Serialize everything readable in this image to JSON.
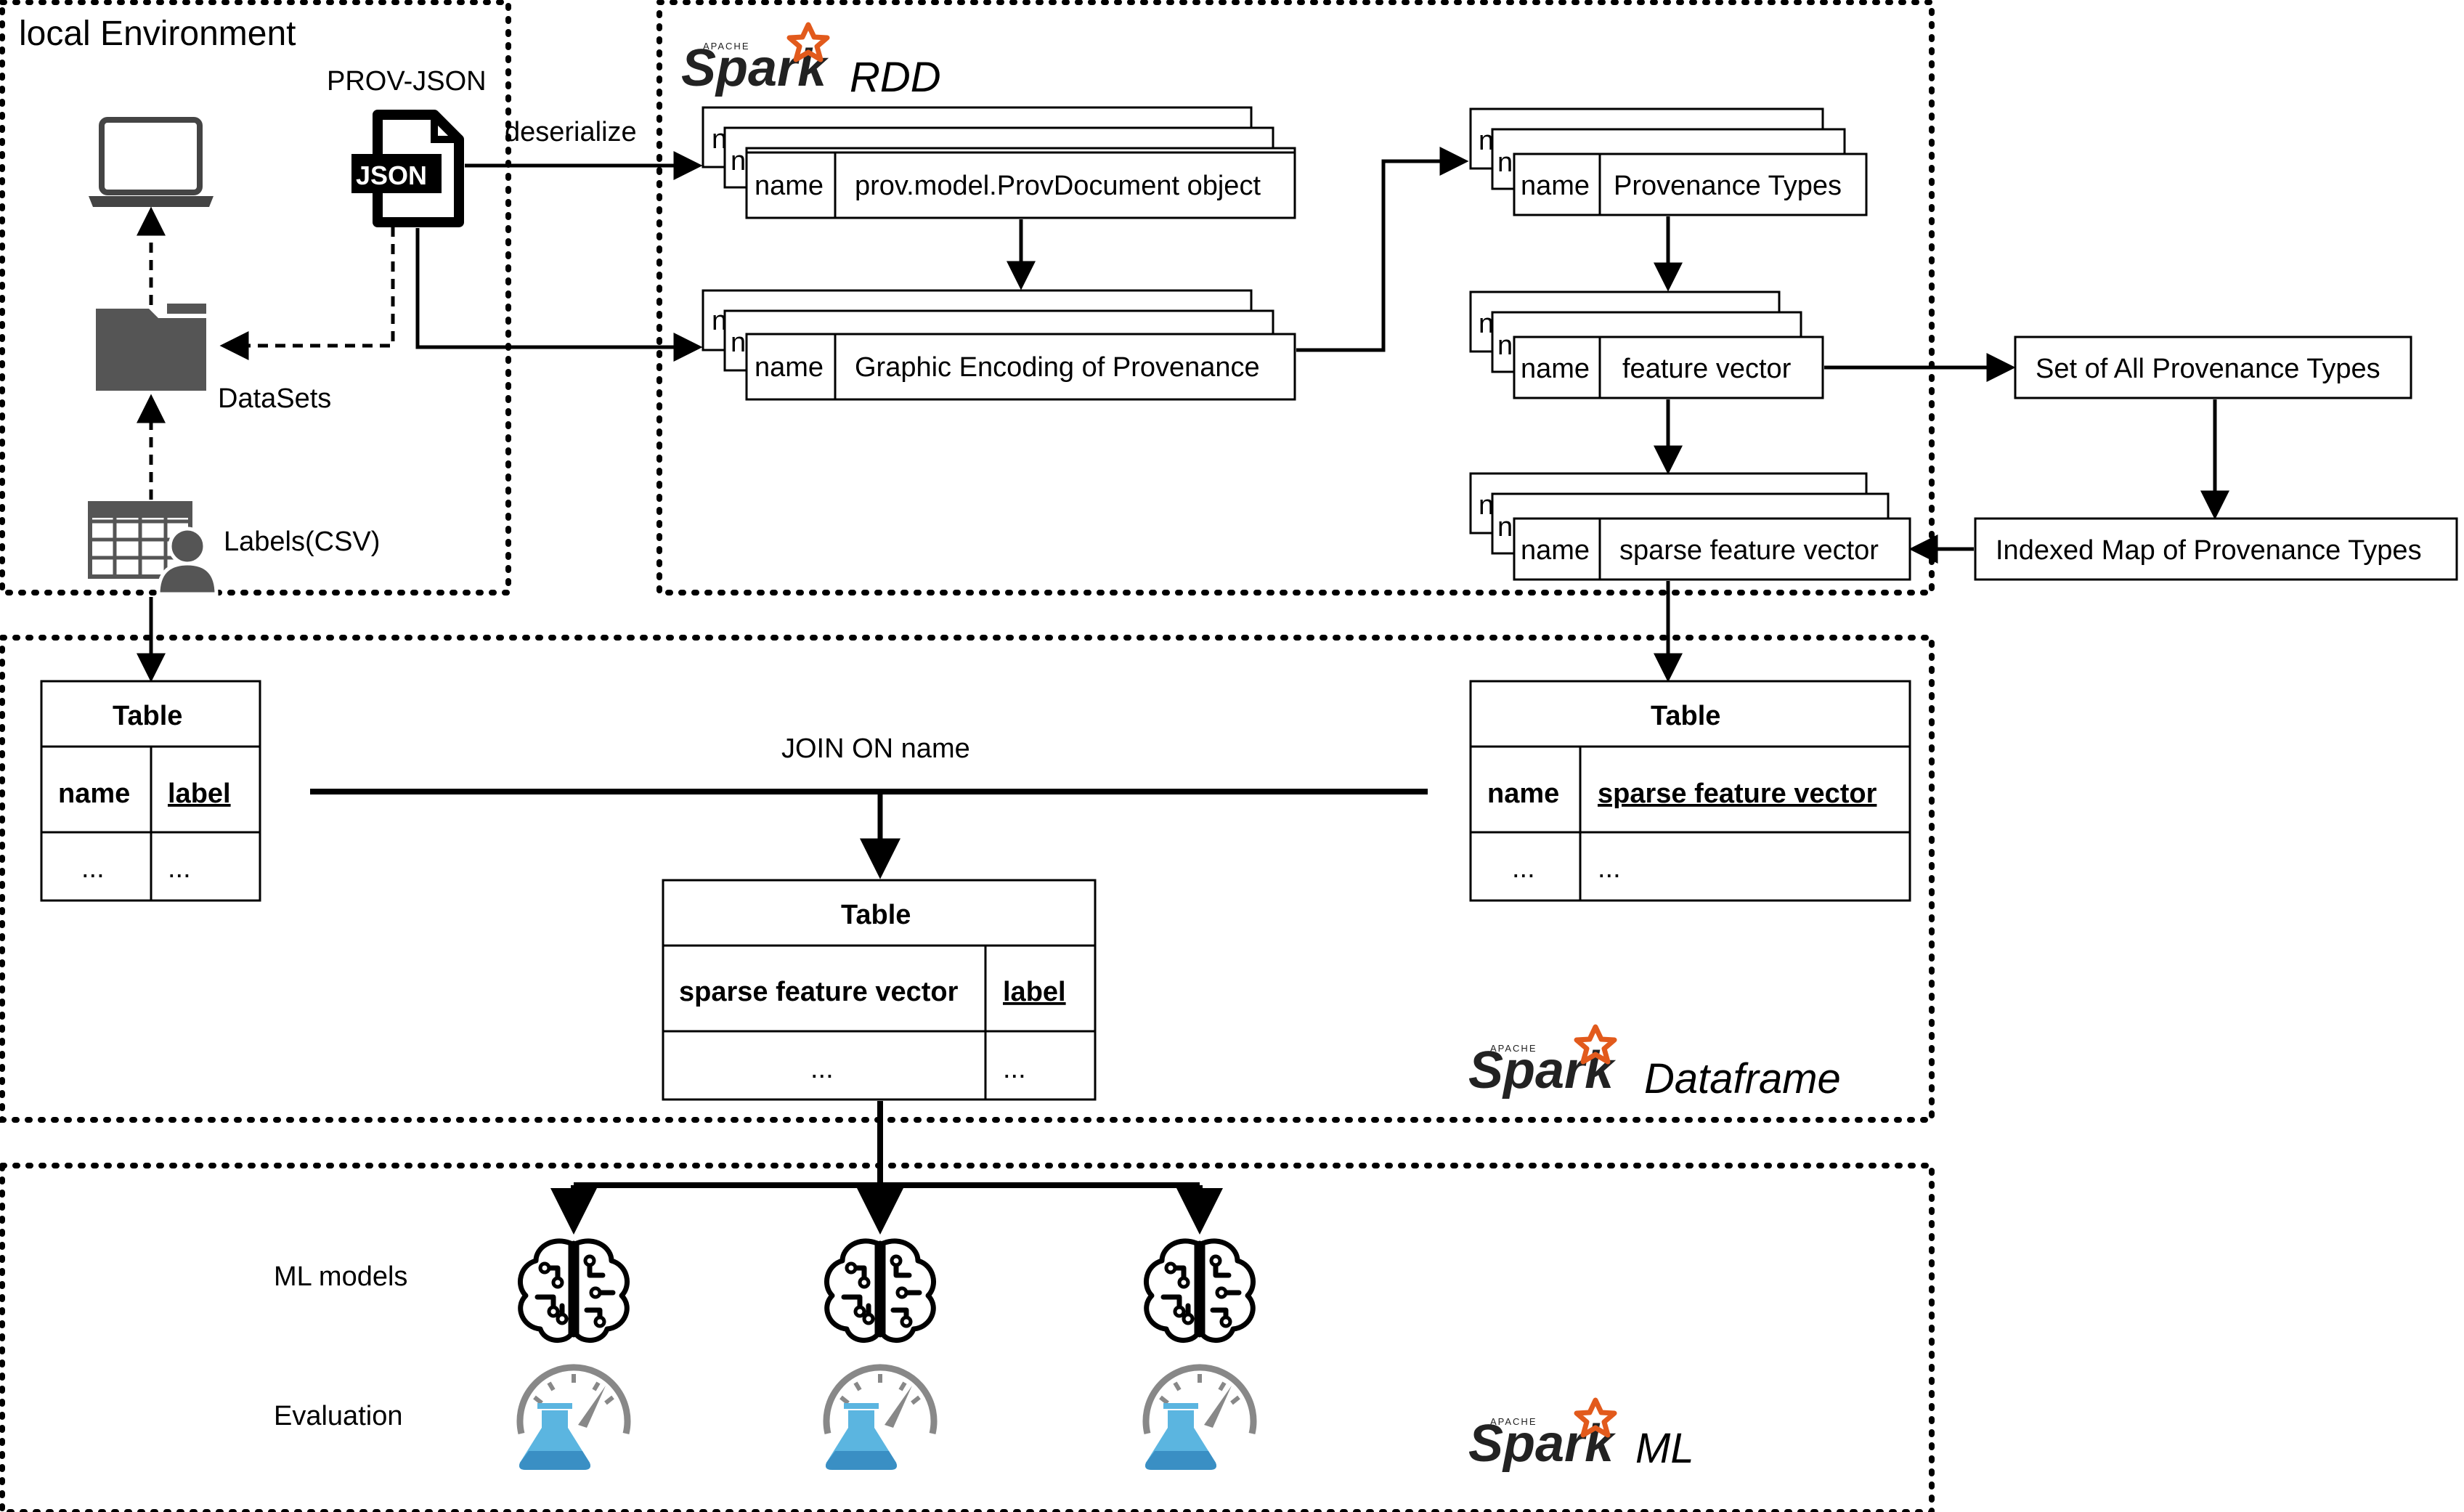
{
  "regions": {
    "local_title": "local Environment",
    "rdd_label": "RDD",
    "dataframe_label": "Dataframe",
    "ml_label": "ML",
    "spark_brand": "Spark",
    "apache_tag": "APACHE"
  },
  "local": {
    "prov_json": "PROV-JSON",
    "json_badge": "JSON",
    "datasets": "DataSets",
    "labels_csv": "Labels(CSV)",
    "deserialize": "deserialize"
  },
  "rdd": {
    "key": "name",
    "truncated_key": "n",
    "doc_object": "prov.model.ProvDocument object",
    "graphic_encoding": "Graphic Encoding of Provenance",
    "prov_types": "Provenance Types",
    "feature_vector": "feature vector",
    "sparse_vector": "sparse feature vector",
    "set_all_types": "Set of All Provenance Types",
    "indexed_map": "Indexed Map of Provenance Types"
  },
  "dataframe": {
    "join_label": "JOIN ON name",
    "left_table": {
      "title": "Table",
      "col1": "name",
      "col2": "label",
      "cell1": "...",
      "cell2": "..."
    },
    "right_table": {
      "title": "Table",
      "col1": "name",
      "col2": "sparse feature vector",
      "cell1": "...",
      "cell2": "..."
    },
    "joined_table": {
      "title": "Table",
      "col1": "sparse feature vector",
      "col2": "label",
      "cell1": "...",
      "cell2": "..."
    }
  },
  "ml": {
    "models_label": "ML models",
    "evaluation_label": "Evaluation"
  },
  "colors": {
    "spark_orange": "#e25a1c",
    "flask_blue": "#5bb5e0",
    "gauge_gray": "#888888",
    "icon_dark": "#444444"
  },
  "icons": [
    "laptop-icon",
    "folder-icon",
    "json-file-icon",
    "csv-user-icon",
    "spark-logo-icon",
    "brain-circuit-icon",
    "evaluation-gauge-icon"
  ]
}
